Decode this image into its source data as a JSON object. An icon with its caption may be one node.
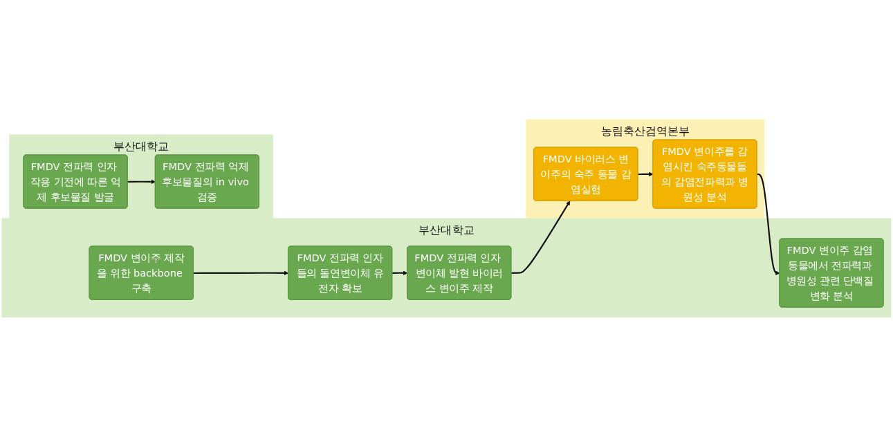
{
  "diagram": {
    "nodes": [
      {
        "text": [
          "부산대학교"
        ]
      },
      {
        "text": [
          "FMDV 변이주 제작을 위한 backbone 구축"
        ],
        "in": 0
      },
      {
        "text": [
          "FMDV 전파력 인자들의 돌연변이체 유전자 확보"
        ],
        "in": 0
      },
      {
        "text": [
          "FMDV 전파력 인자 변이체 발현 바이러스 변이주 제작"
        ],
        "in": 0
      },
      {
        "text": [
          "농림축산검역본부"
        ]
      },
      {
        "text": [
          "FMDV 바이러스 변이주의 숙주 동물 감염실험"
        ],
        "in": 4
      },
      {
        "text": [
          "FMDV 변이주를 감염시킨 숙주동물들의 감염전파력과 병원성 분석"
        ],
        "in": 4
      },
      {
        "text": [
          "FMDV 변이주 감염 동물에서 전파력과 병원성 관련 단백질 변화 분석"
        ],
        "in": 0
      },
      {
        "text": [
          "부산대학교"
        ]
      },
      {
        "text": [
          "FMDV 전파력 인자 작용 기전에 따른 억제 후보물질 발굴"
        ],
        "in": 8
      },
      {
        "text": [
          "FMDV 전파력 억제 후보물질의 in vivo 검증"
        ],
        "in": 8
      }
    ],
    "edges": [
      {
        "from": 1,
        "to": 2,
        "arrow": "to"
      },
      {
        "from": 2,
        "to": 3,
        "arrow": "to"
      },
      {
        "from": 3,
        "to": 5,
        "arrow": "to"
      },
      {
        "from": 5,
        "to": 6,
        "arrow": "to"
      },
      {
        "from": 6,
        "to": 7,
        "arrow": "to"
      },
      {
        "from": 9,
        "to": 10,
        "arrow": "to"
      }
    ]
  }
}
